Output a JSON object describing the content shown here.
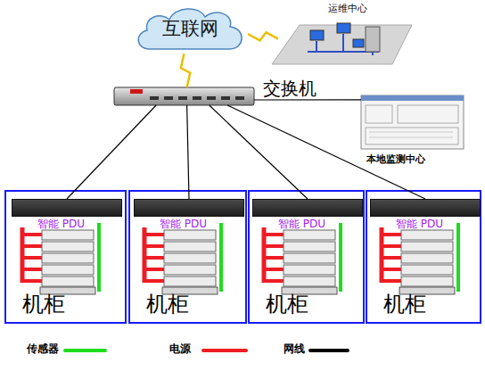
{
  "diagram": {
    "nodes": [
      {
        "text": [
          "互联网"
        ]
      },
      {
        "text": [
          "运维中心"
        ]
      },
      {
        "text": [
          "交换机"
        ]
      },
      {
        "text": [
          "本地监测中心"
        ]
      },
      {
        "text": [
          "机柜"
        ]
      },
      {
        "text": [
          "智能 PDU"
        ],
        "in": 4
      },
      {
        "text": [
          "机柜"
        ]
      },
      {
        "text": [
          "智能 PDU"
        ],
        "in": 6
      },
      {
        "text": [
          "机柜"
        ]
      },
      {
        "text": [
          "智能 PDU"
        ],
        "in": 8
      },
      {
        "text": [
          "机柜"
        ]
      },
      {
        "text": [
          "智能 PDU"
        ],
        "in": 10
      }
    ],
    "edges": [
      {
        "from": 0,
        "to": 1,
        "arrow": "none"
      },
      {
        "from": 0,
        "to": 2,
        "arrow": "none"
      },
      {
        "from": 2,
        "to": 3,
        "arrow": "none"
      },
      {
        "from": 2,
        "to": 5,
        "arrow": "none"
      },
      {
        "from": 2,
        "to": 7,
        "arrow": "none"
      },
      {
        "from": 2,
        "to": 9,
        "arrow": "none"
      },
      {
        "from": 2,
        "to": 11,
        "arrow": "none"
      }
    ],
    "legend": [
      {
        "text": "传感器"
      },
      {
        "text": "电源"
      },
      {
        "text": "网线"
      }
    ]
  }
}
